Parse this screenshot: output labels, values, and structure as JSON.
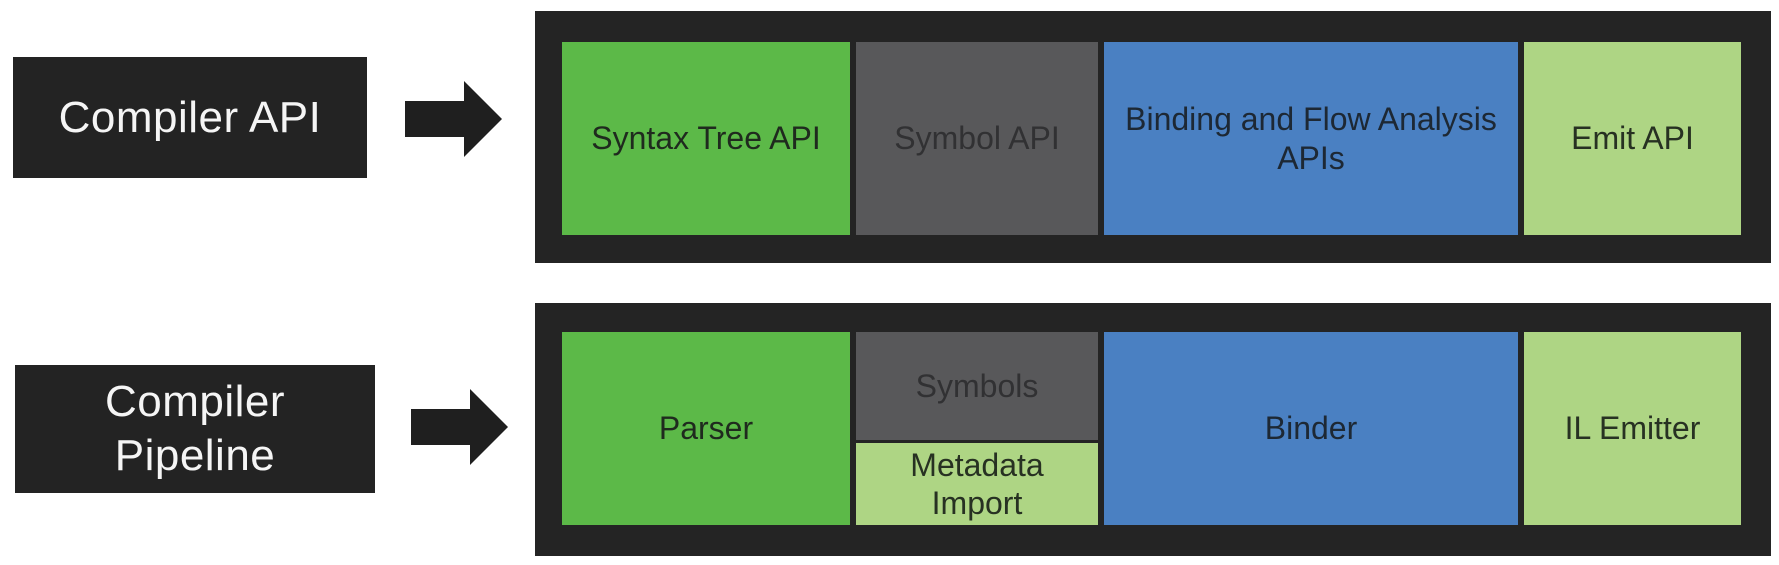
{
  "colors": {
    "canvas_bg": "#ffffff",
    "container_bg": "#242424",
    "label_bg": "#232323",
    "label_text": "#f5f5f5",
    "arrow": "#1f1f1f",
    "green": "#5cb948",
    "gray": "#58585a",
    "blue": "#4a80c2",
    "light_green": "#aed584",
    "text_on_green": "#1f2a1e",
    "text_on_gray": "#313133",
    "text_on_blue": "#1d2834",
    "text_on_light_green": "#273122"
  },
  "rows": [
    {
      "label": "Compiler API",
      "boxes": [
        {
          "text": "Syntax Tree API",
          "color": "green"
        },
        {
          "text": "Symbol API",
          "color": "gray"
        },
        {
          "text": "Binding and Flow Analysis APIs",
          "color": "blue"
        },
        {
          "text": "Emit API",
          "color": "light_green"
        }
      ]
    },
    {
      "label": "Compiler Pipeline",
      "boxes": [
        {
          "text": "Parser",
          "color": "green"
        },
        {
          "stack": [
            {
              "text": "Symbols",
              "color": "gray"
            },
            {
              "text": "Metadata Import",
              "color": "light_green"
            }
          ]
        },
        {
          "text": "Binder",
          "color": "blue"
        },
        {
          "text": "IL Emitter",
          "color": "light_green"
        }
      ]
    }
  ]
}
